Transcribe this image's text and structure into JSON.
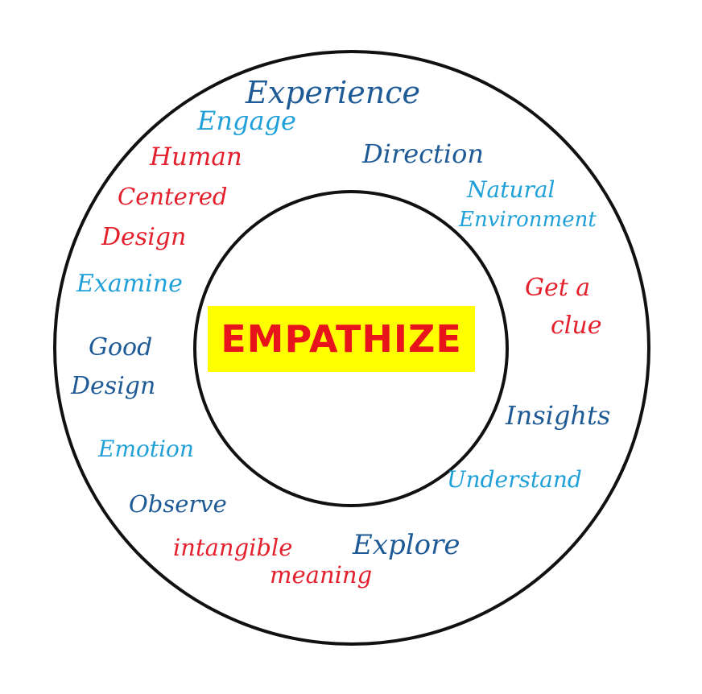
{
  "center_label": "EMPATHIZE",
  "colors": {
    "dark_blue": "#1d5a96",
    "light_blue": "#1fa0d8",
    "red": "#e3202c",
    "highlight": "#ffff00"
  },
  "words": [
    {
      "text": "Experience",
      "tone": "dark"
    },
    {
      "text": "Engage",
      "tone": "light"
    },
    {
      "text": "Human",
      "tone": "red"
    },
    {
      "text": "Direction",
      "tone": "dark"
    },
    {
      "text": "Centered",
      "tone": "red"
    },
    {
      "text": "Natural",
      "tone": "light"
    },
    {
      "text": "Environment",
      "tone": "light"
    },
    {
      "text": "Design",
      "tone": "red"
    },
    {
      "text": "Get a",
      "tone": "red"
    },
    {
      "text": "clue",
      "tone": "red"
    },
    {
      "text": "Examine",
      "tone": "light"
    },
    {
      "text": "Good",
      "tone": "dark"
    },
    {
      "text": "Design",
      "tone": "dark"
    },
    {
      "text": "Insights",
      "tone": "dark"
    },
    {
      "text": "Emotion",
      "tone": "light"
    },
    {
      "text": "Understand",
      "tone": "light"
    },
    {
      "text": "Observe",
      "tone": "dark"
    },
    {
      "text": "intangible",
      "tone": "red"
    },
    {
      "text": "Explore",
      "tone": "dark"
    },
    {
      "text": "meaning",
      "tone": "red"
    }
  ]
}
